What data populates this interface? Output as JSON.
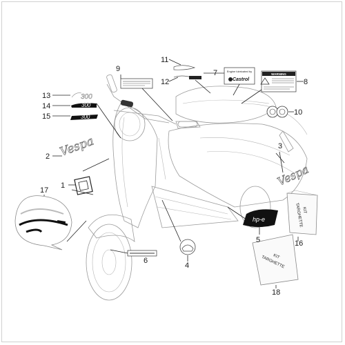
{
  "callouts": [
    {
      "n": "1"
    },
    {
      "n": "2"
    },
    {
      "n": "3"
    },
    {
      "n": "4"
    },
    {
      "n": "5"
    },
    {
      "n": "6"
    },
    {
      "n": "7"
    },
    {
      "n": "8"
    },
    {
      "n": "9"
    },
    {
      "n": "10"
    },
    {
      "n": "11"
    },
    {
      "n": "12"
    },
    {
      "n": "13"
    },
    {
      "n": "14"
    },
    {
      "n": "15"
    },
    {
      "n": "16"
    },
    {
      "n": "17"
    },
    {
      "n": "18"
    }
  ],
  "labels": {
    "castrol_top": "Engine lubricated by",
    "castrol_brand": "Castrol",
    "warning": "WARNING",
    "vespa_script": "Vespa",
    "model_300": "300",
    "hpe": "hp-e",
    "kit_16_line1": "KIT",
    "kit_16_line2": "TARGHETTE",
    "kit_18_line1": "KIT",
    "kit_18_line2": "TARGHETTE"
  },
  "colors": {
    "line": "#9a9a9a",
    "text": "#1a1a1a",
    "accent_dark": "#111111",
    "stripe_red": "#b8282a"
  }
}
